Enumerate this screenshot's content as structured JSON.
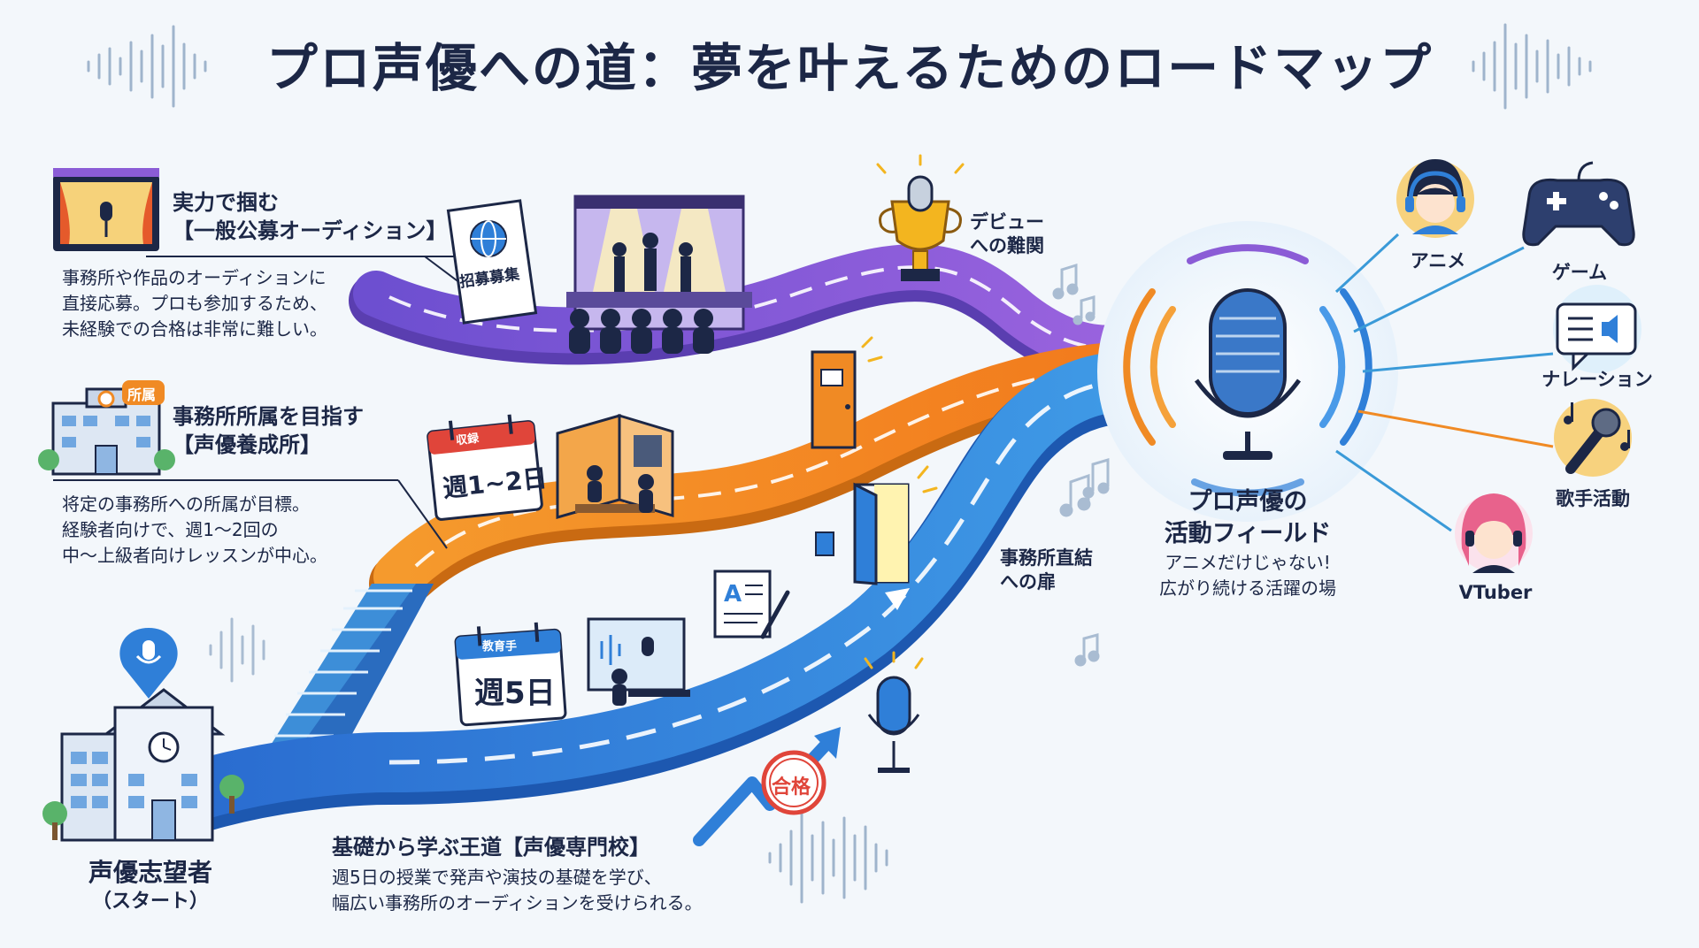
{
  "title": "プロ声優への道：夢を叶えるためのロードマップ",
  "routes": {
    "audition": {
      "heading_line1": "実力で掴む",
      "heading_line2": "【一般公募オーディション】",
      "desc_line1": "事務所や作品のオーディションに",
      "desc_line2": "直接応募。プロも参加するため、",
      "desc_line3": "未経験での合格は非常に難しい。",
      "poster_label": "招募募集",
      "trophy_label_line1": "デビュー",
      "trophy_label_line2": "への難関"
    },
    "training": {
      "badge": "所属",
      "heading_line1": "事務所所属を目指す",
      "heading_line2": "【声優養成所】",
      "desc_line1": "将定の事務所への所属が目標。",
      "desc_line2": "経験者向けで、週1～2回の",
      "desc_line3": "中～上級者向けレッスンが中心。",
      "calendar_top": "収録",
      "calendar_text": "週1~2日"
    },
    "school": {
      "heading": "基礎から学ぶ王道【声優専門校】",
      "desc_line1": "週5日の授業で発声や演技の基礎を学び、",
      "desc_line2": "幅広い事務所のオーディションを受けられる。",
      "calendar_top": "教育手",
      "calendar_text": "週5日",
      "door_label_line1": "事務所直結",
      "door_label_line2": "への扉",
      "pass_stamp": "合格"
    }
  },
  "start": {
    "label_line1": "声優志望者",
    "label_line2": "（スタート）"
  },
  "hub": {
    "title_line1": "プロ声優の",
    "title_line2": "活動フィールド",
    "subtitle_line1": "アニメだけじゃない!",
    "subtitle_line2": "広がり続ける活躍の場"
  },
  "fields": [
    {
      "label": "アニメ",
      "icon": "anime-avatar-icon"
    },
    {
      "label": "ゲーム",
      "icon": "gamepad-icon"
    },
    {
      "label": "ナレーション",
      "icon": "speech-bubble-icon"
    },
    {
      "label": "歌手活動",
      "icon": "karaoke-mic-icon"
    },
    {
      "label": "VTuber",
      "icon": "vtuber-avatar-icon"
    }
  ],
  "colors": {
    "purple_road": "#8b5cd6",
    "orange_road": "#f08a24",
    "blue_road": "#2f7fd8",
    "navy": "#1c2746",
    "accent_red": "#e0453a"
  }
}
